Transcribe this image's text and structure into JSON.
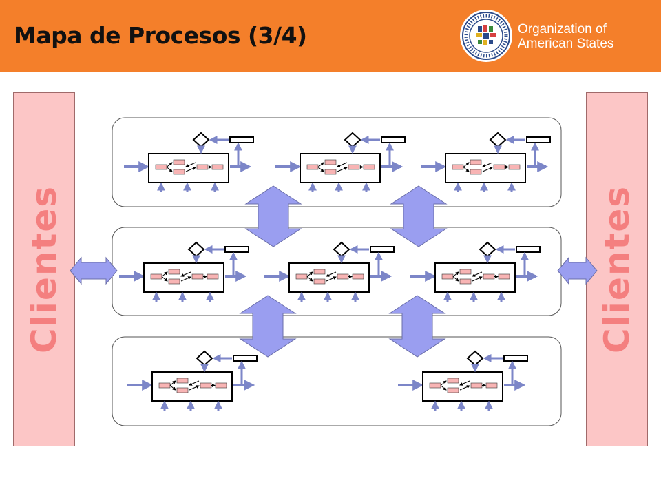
{
  "header": {
    "title": "Mapa de Procesos (3/4)",
    "logo": {
      "name": "oas-seal-logo",
      "line1": "Organization of",
      "line2": "American States"
    }
  },
  "side_panels": {
    "left_label": "Clientes",
    "right_label": "Clientes"
  },
  "diagram": {
    "rows": [
      {
        "process_count": 3
      },
      {
        "process_count": 3
      },
      {
        "process_count": 2
      }
    ],
    "vertical_links": [
      {
        "between": "row1-row2",
        "count": 2
      },
      {
        "between": "row2-row3",
        "count": 2
      }
    ],
    "client_links": 2
  },
  "colors": {
    "header_orange": "#f47f2a",
    "clientes_panel": "#fcc6c6",
    "clientes_text": "#f47f7f",
    "arrow_fill": "#9a9ef0",
    "small_arrow": "#7c86c8",
    "step_box": "#f8b4b4"
  }
}
